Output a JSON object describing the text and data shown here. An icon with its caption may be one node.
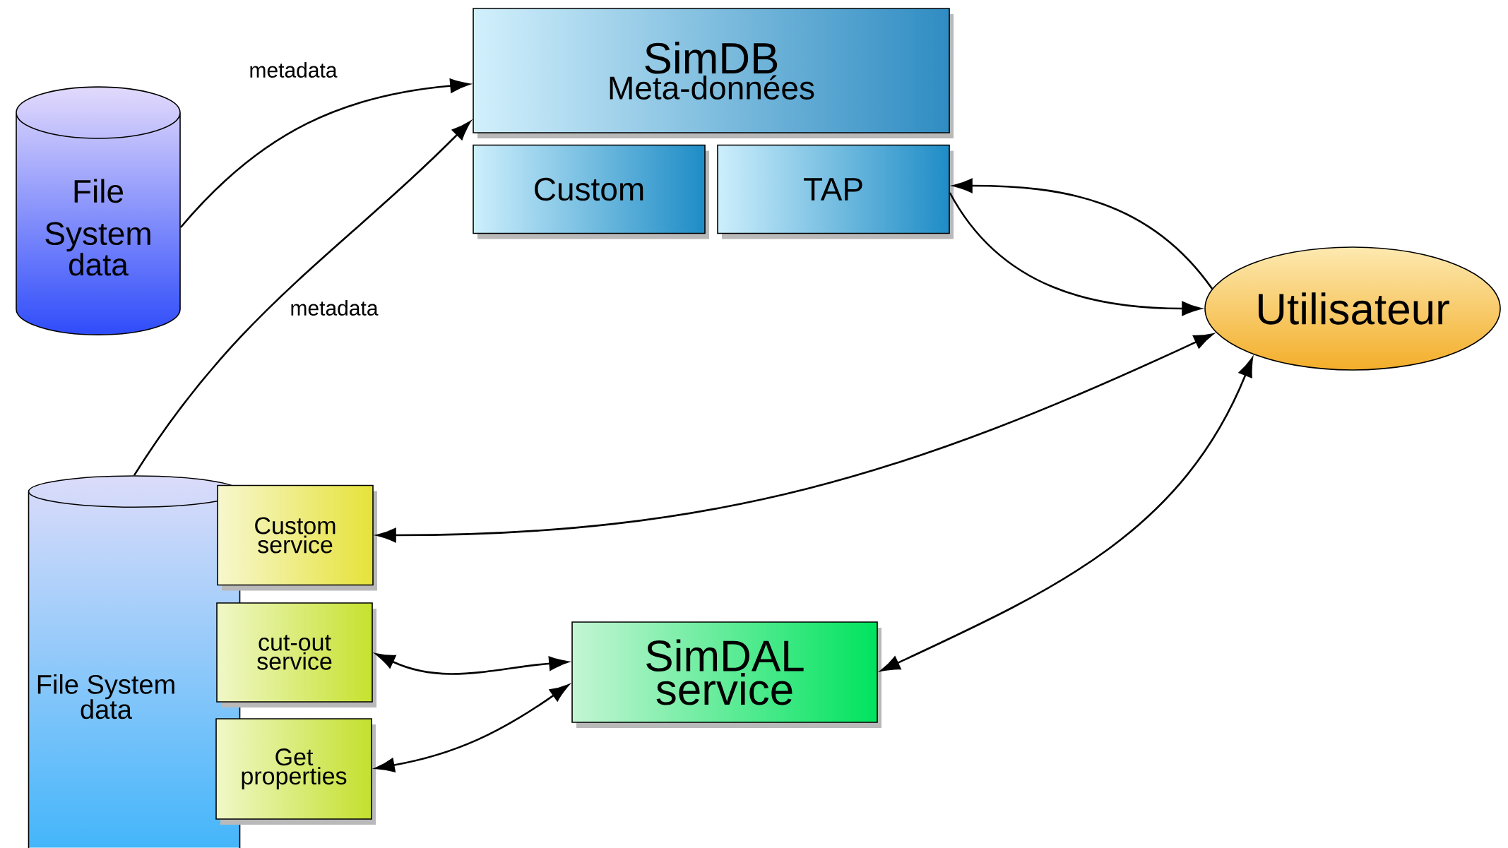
{
  "diagram": {
    "nodes": [
      {
        "text": [
          "File System",
          "data"
        ]
      },
      {
        "text": [
          "SimDB",
          "Meta-données"
        ]
      },
      {
        "text": [
          "Custom"
        ]
      },
      {
        "text": [
          "TAP"
        ]
      },
      {
        "text": [
          "Utilisateur"
        ]
      },
      {
        "text": [
          "File System",
          "data"
        ]
      },
      {
        "text": [
          "Custom service"
        ]
      },
      {
        "text": [
          "cut-out service"
        ]
      },
      {
        "text": [
          "Get properties"
        ]
      },
      {
        "text": [
          "SimDAL service"
        ]
      }
    ],
    "edges": [
      {
        "from": 0,
        "to": 1,
        "arrow": "to",
        "label": "metadata"
      },
      {
        "from": 5,
        "to": 1,
        "arrow": "to",
        "label": "metadata"
      },
      {
        "from": 4,
        "to": 3,
        "arrow": "to"
      },
      {
        "from": 3,
        "to": 4,
        "arrow": "to"
      },
      {
        "from": 4,
        "to": 6,
        "arrow": "both"
      },
      {
        "from": 4,
        "to": 9,
        "arrow": "both"
      },
      {
        "from": 9,
        "to": 7,
        "arrow": "both"
      },
      {
        "from": 9,
        "to": 8,
        "arrow": "both"
      }
    ]
  }
}
